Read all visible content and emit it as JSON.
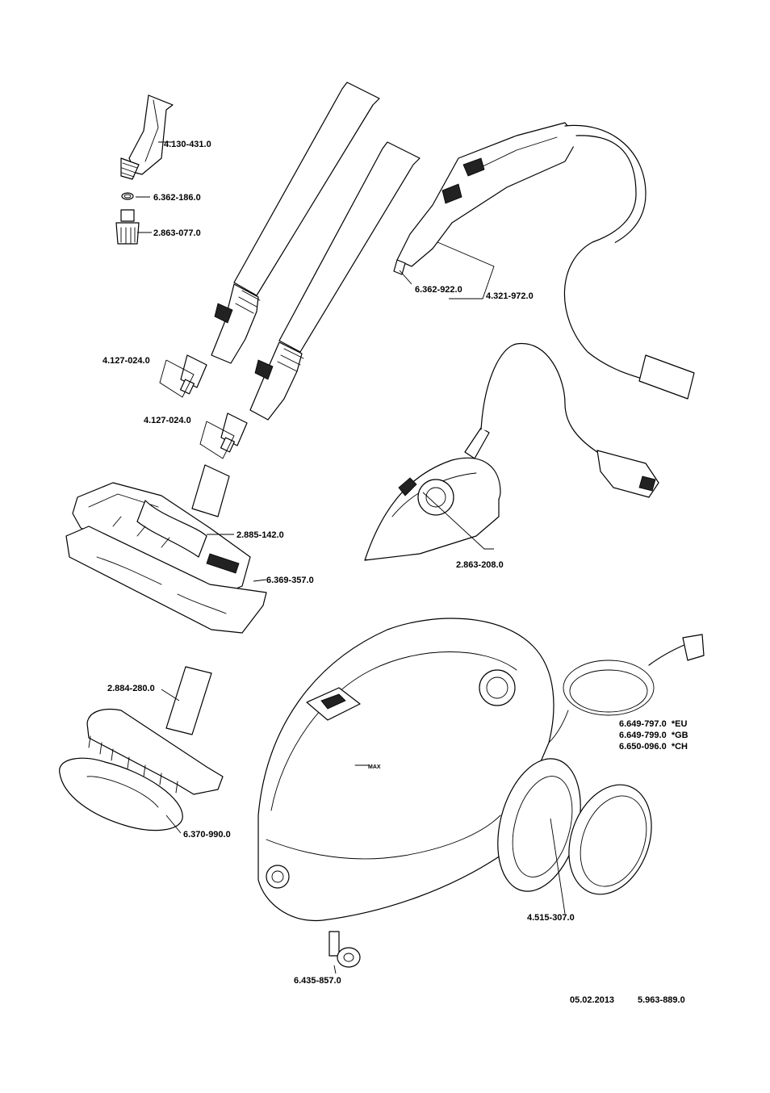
{
  "parts": [
    {
      "id": "p1",
      "number": "4.130-431.0"
    },
    {
      "id": "p2",
      "number": "6.362-186.0"
    },
    {
      "id": "p3",
      "number": "2.863-077.0"
    },
    {
      "id": "p4",
      "number": "6.362-922.0"
    },
    {
      "id": "p5",
      "number": "4.321-972.0"
    },
    {
      "id": "p6",
      "number": "4.127-024.0"
    },
    {
      "id": "p7",
      "number": "4.127-024.0"
    },
    {
      "id": "p8",
      "number": "2.885-142.0"
    },
    {
      "id": "p9",
      "number": "6.369-357.0"
    },
    {
      "id": "p10",
      "number": "2.863-208.0"
    },
    {
      "id": "p11",
      "number": "2.884-280.0"
    },
    {
      "id": "p12",
      "number": "6.649-797.0  *EU"
    },
    {
      "id": "p13",
      "number": "6.649-799.0  *GB"
    },
    {
      "id": "p14",
      "number": "6.650-096.0  *CH"
    },
    {
      "id": "p15",
      "number": "6.370-990.0"
    },
    {
      "id": "p16",
      "number": "4.515-307.0"
    },
    {
      "id": "p17",
      "number": "6.435-857.0"
    }
  ],
  "footer": {
    "date": "05.02.2013",
    "document_number": "5.963-889.0"
  },
  "markings": {
    "tank_max": "MAX"
  }
}
